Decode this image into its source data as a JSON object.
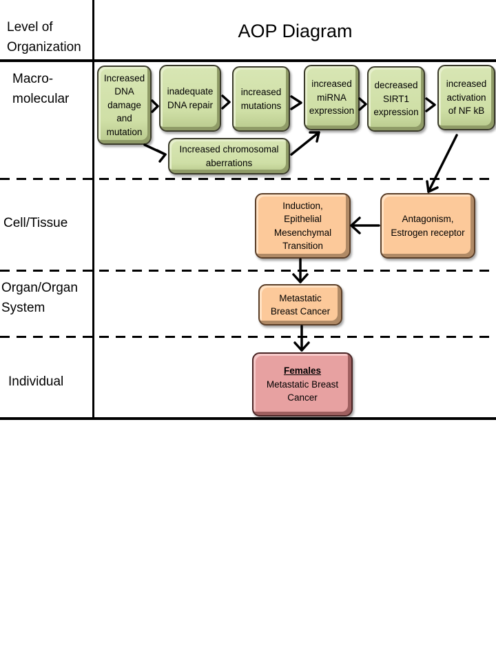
{
  "header": {
    "level_label": "Level of Organization",
    "level_label_line1": "Level of",
    "level_label_line2": "Organization",
    "title": "AOP Diagram"
  },
  "levels": [
    {
      "line1": "Macro-",
      "line2": "molecular"
    },
    {
      "line1": "Cell/Tissue",
      "line2": ""
    },
    {
      "line1": "Organ/Organ",
      "line2": "System"
    },
    {
      "line1": "Individual",
      "line2": ""
    }
  ],
  "colors": {
    "macromolecular_box": "#cfdfa6",
    "cell_organ_box": "#fcc99a",
    "individual_box": "#e7a1a1"
  },
  "nodes": {
    "dna_damage": {
      "lines": [
        "Increased",
        "DNA",
        "damage",
        "and",
        "mutation"
      ]
    },
    "dna_repair": {
      "lines": [
        "inadequate",
        "DNA repair"
      ]
    },
    "mutations": {
      "lines": [
        "increased",
        "mutations"
      ]
    },
    "mirna": {
      "lines": [
        "increased",
        "miRNA",
        "expression"
      ]
    },
    "sirt1": {
      "lines": [
        "decreased",
        "SIRT1",
        "expression"
      ]
    },
    "nfkb": {
      "lines": [
        "increased",
        "activation",
        "of NF kB"
      ]
    },
    "chromosomal": {
      "lines": [
        "Increased chromosomal",
        "aberrations"
      ]
    },
    "emt": {
      "lines": [
        "Induction,",
        "Epithelial",
        "Mesenchymal",
        "Transition"
      ]
    },
    "estrogen": {
      "lines": [
        "Antagonism,",
        "Estrogen receptor"
      ]
    },
    "organ_cancer": {
      "lines": [
        "Metastatic",
        "Breast Cancer"
      ]
    },
    "individual": {
      "heading": "Females",
      "lines": [
        "Metastatic Breast",
        "Cancer"
      ]
    }
  }
}
